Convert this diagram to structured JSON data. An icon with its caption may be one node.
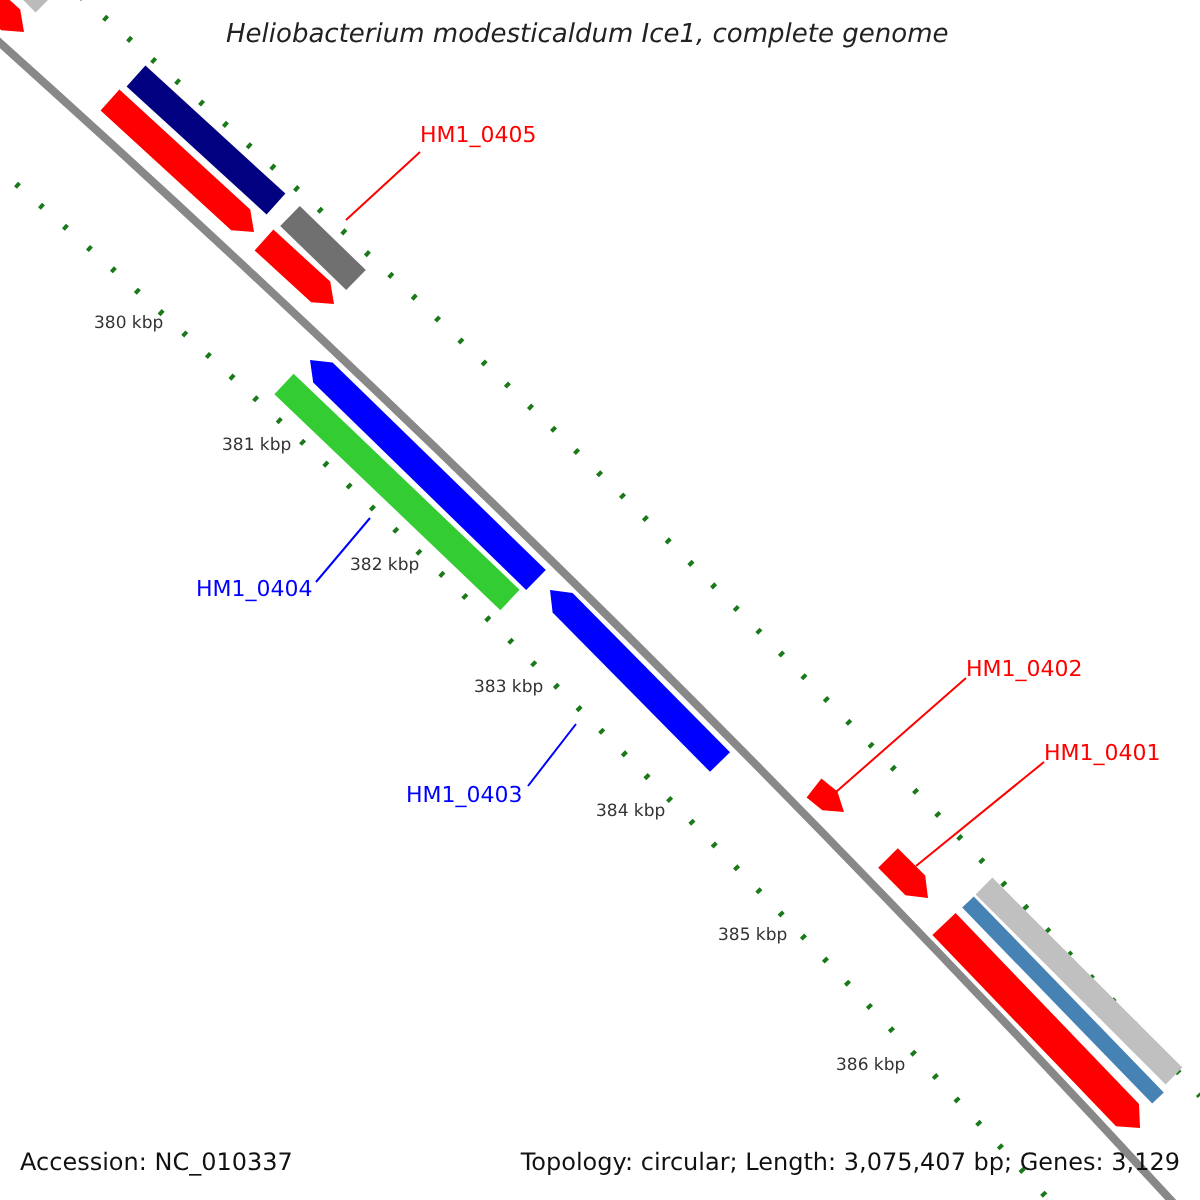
{
  "diagram": {
    "title": "Heliobacterium modesticaldum Ice1, complete genome",
    "nodes": [
      {
        "text": [
          "HM1_0405"
        ]
      },
      {
        "text": [],
        "shape": "bar"
      },
      {
        "text": [
          "HM1_0404"
        ]
      },
      {
        "text": [],
        "shape": "bar"
      },
      {
        "text": [
          "HM1_0403"
        ]
      },
      {
        "text": [],
        "shape": "bar"
      },
      {
        "text": [
          "HM1_0402"
        ]
      },
      {
        "text": [],
        "shape": "bar"
      },
      {
        "text": [
          "HM1_0401"
        ]
      },
      {
        "text": [],
        "shape": "bar"
      },
      {
        "text": [],
        "shape": "bar"
      },
      {
        "text": [],
        "shape": "bar"
      },
      {
        "text": [],
        "shape": "bar"
      },
      {
        "text": [],
        "shape": "bar"
      },
      {
        "text": [],
        "shape": "bar"
      },
      {
        "text": [],
        "shape": "bar"
      },
      {
        "text": [],
        "shape": "bar"
      },
      {
        "text": [],
        "shape": "bar"
      },
      {
        "text": [],
        "shape": "bar"
      }
    ],
    "edges": [
      {
        "from": 0,
        "to": 1,
        "arrow": "none"
      },
      {
        "from": 2,
        "to": 3,
        "arrow": "none",
        "color": "#0000ff"
      },
      {
        "from": 4,
        "to": 5,
        "arrow": "none",
        "color": "#0000ff"
      },
      {
        "from": 6,
        "to": 7,
        "arrow": "none"
      },
      {
        "from": 8,
        "to": 9,
        "arrow": "none"
      }
    ],
    "labels": [
      "380 kbp",
      "381 kbp",
      "382 kbp",
      "383 kbp",
      "384 kbp",
      "385 kbp",
      "386 kbp",
      "Accession: NC_010337",
      "Topology: circular; Length: 3,075,407 bp; Genes: 3,129"
    ]
  }
}
